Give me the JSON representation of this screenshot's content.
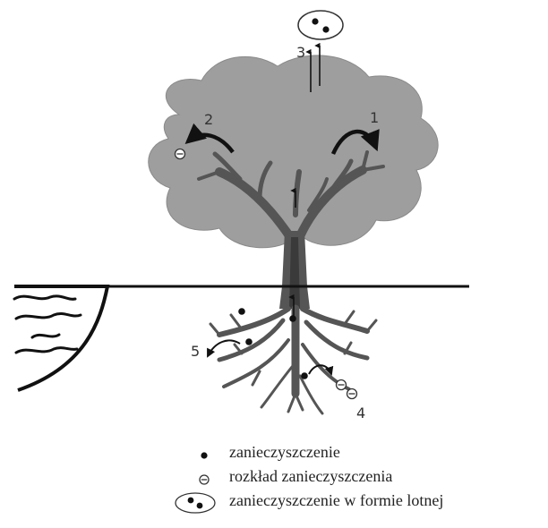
{
  "diagram": {
    "labels": {
      "process_1": "1",
      "process_2": "2",
      "process_3": "3",
      "process_4": "4",
      "process_5": "5"
    },
    "colors": {
      "canopy": "#9e9e9e",
      "trunk": "#555555",
      "trunk_center": "#3a3a3a",
      "roots": "#555555",
      "ground": "#111111",
      "water": "#111111"
    }
  },
  "legend": {
    "items": [
      {
        "symbol": "dot",
        "label": "zanieczyszczenie"
      },
      {
        "symbol": "minus-circle",
        "label": "rozkład zanieczyszczenia"
      },
      {
        "symbol": "ellipse-dots",
        "label": "zanieczyszczenie w formie lotnej"
      }
    ]
  }
}
